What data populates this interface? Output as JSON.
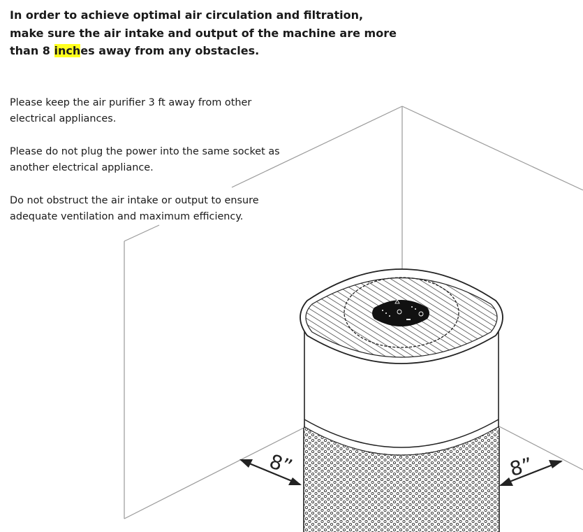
{
  "heading": {
    "before": "In order to achieve optimal air circulation and filtration, make sure the air intake and output of the machine are more than 8 ",
    "highlight": "inch",
    "after": "es away from any obstacles."
  },
  "paragraphs": [
    "Please keep the air purifier 3 ft away from other electrical appliances.",
    "Please do not plug the power into the same socket as another electrical appliance.",
    "Do not obstruct the air intake or output to ensure adequate ventilation and maximum efficiency."
  ],
  "illustration": {
    "left_clearance_label": "8”",
    "right_clearance_label": "8”"
  },
  "colors": {
    "highlight": "#ffff1e",
    "line": "#222222",
    "room_line": "#999999"
  }
}
